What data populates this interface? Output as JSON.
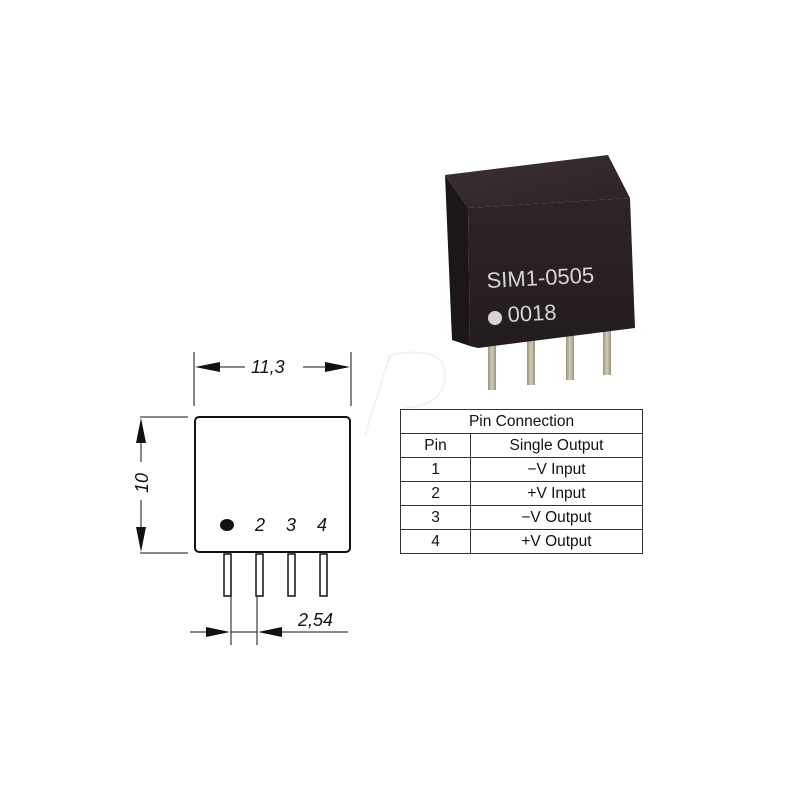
{
  "product": {
    "part_number": "SIM1-0505",
    "lot_code": "0018",
    "body_color": "#2a2224",
    "pin_color": "#b9b39e"
  },
  "drawing": {
    "width_dim": "11,3",
    "height_dim": "10",
    "pitch_dim": "2,54",
    "pin_labels": [
      "2",
      "3",
      "4"
    ],
    "pin1_marker": "dot"
  },
  "pin_table": {
    "title": "Pin Connection",
    "headers": [
      "Pin",
      "Single Output"
    ],
    "rows": [
      {
        "pin": "1",
        "function": "−V Input"
      },
      {
        "pin": "2",
        "function": "+V Input"
      },
      {
        "pin": "3",
        "function": "−V Output"
      },
      {
        "pin": "4",
        "function": "+V Output"
      }
    ]
  }
}
